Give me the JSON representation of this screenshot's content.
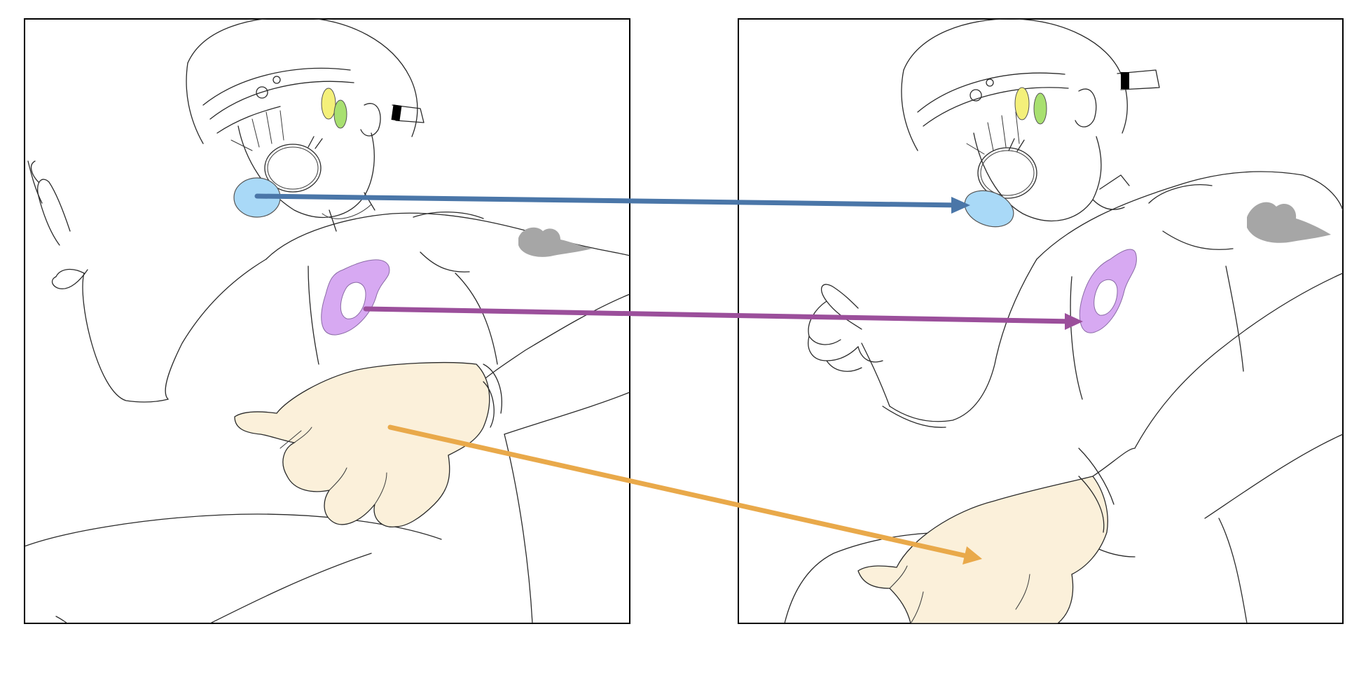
{
  "colors": {
    "background": "#ffffff",
    "frame_stroke": "#000000",
    "line_art": "#2a2a2a",
    "eye_yellow": "#f4f07a",
    "eye_green": "#a8e070",
    "cheek_blue": "#a9d9f7",
    "chest_purple": "#d7a9f2",
    "shoulder_gray": "#a6a6a6",
    "hand_beige": "#fbf0da",
    "arrow_blue": "#4a76a8",
    "arrow_purple": "#9b4f9b",
    "arrow_orange": "#e9a94a"
  },
  "panels": [
    {
      "name": "source-panel"
    },
    {
      "name": "target-panel"
    }
  ],
  "correspondences": [
    {
      "name": "cheek-correspondence",
      "color_key": "arrow_blue"
    },
    {
      "name": "chest-correspondence",
      "color_key": "arrow_purple"
    },
    {
      "name": "hand-correspondence",
      "color_key": "arrow_orange"
    }
  ]
}
